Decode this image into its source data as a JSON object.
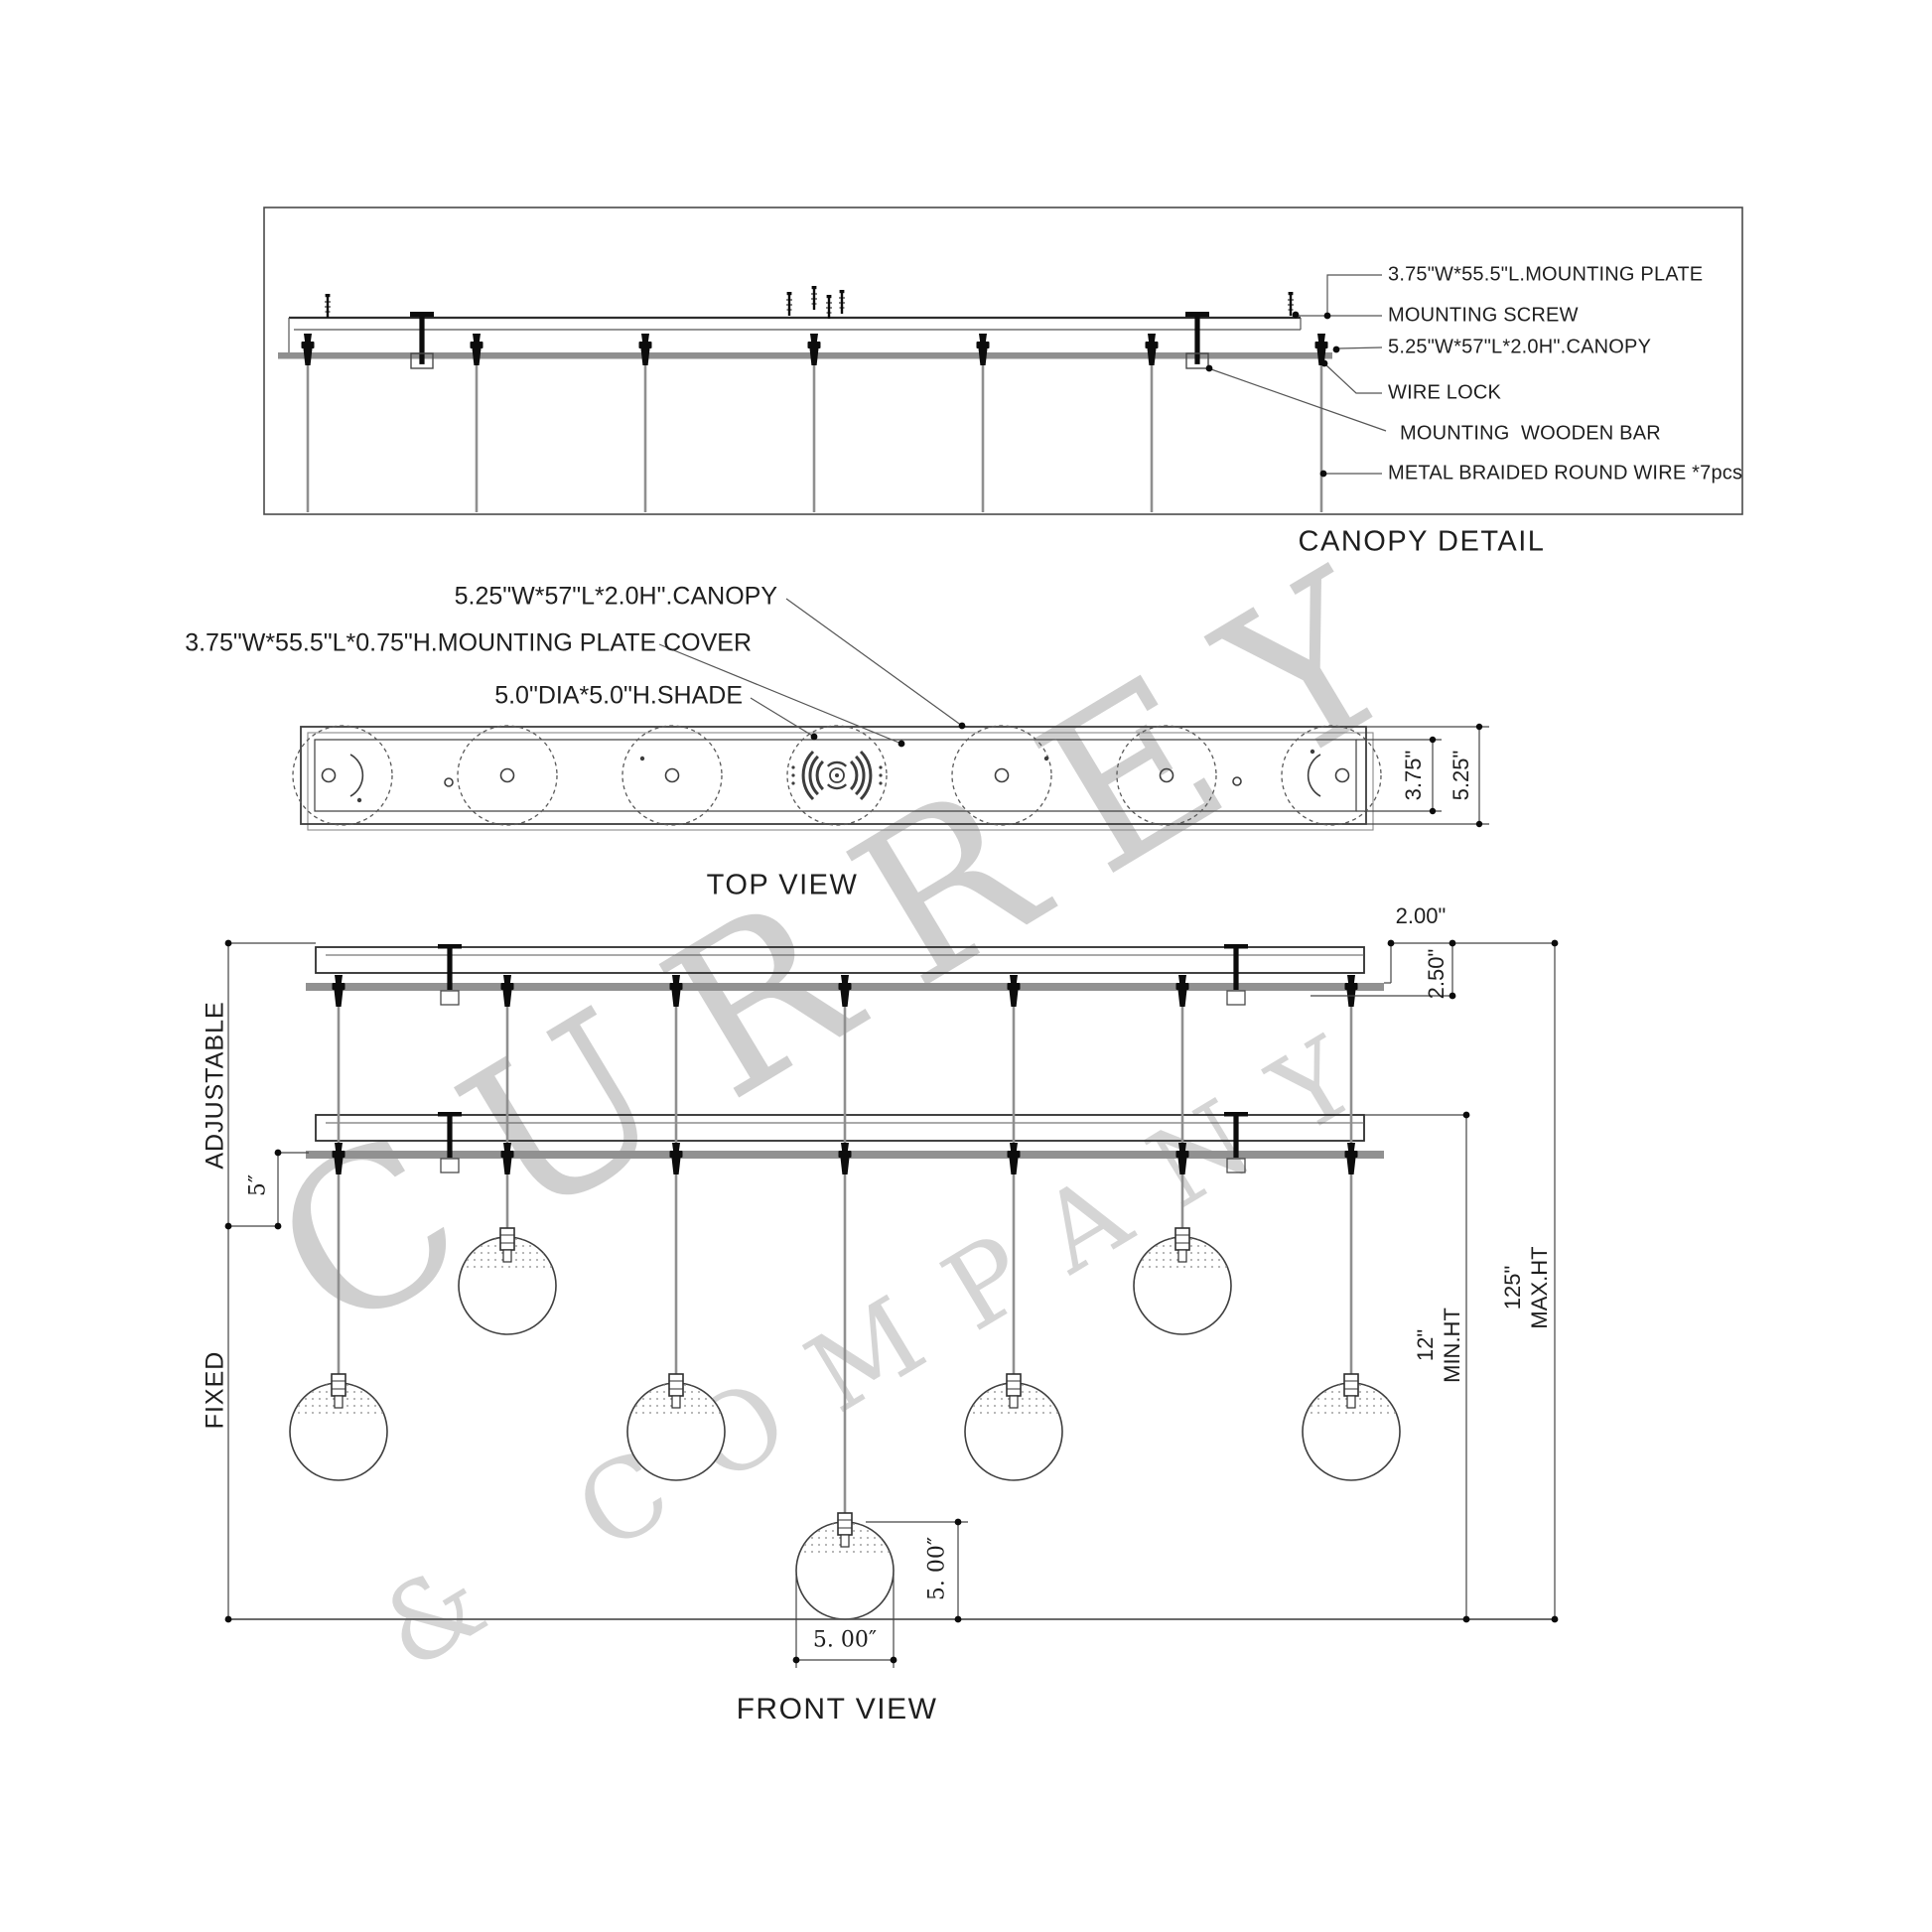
{
  "canopy_detail": {
    "title": "CANOPY DETAIL",
    "callouts": {
      "mounting_plate": "3.75\"W*55.5\"L.MOUNTING PLATE",
      "mounting_screw": "MOUNTING SCREW",
      "canopy": "5.25\"W*57\"L*2.0H\".CANOPY",
      "wire_lock": "WIRE LOCK",
      "wooden_bar": "MOUNTING  WOODEN BAR",
      "metal_wire": "METAL BRAIDED ROUND WIRE *7pcs"
    }
  },
  "top_view": {
    "title": "TOP VIEW",
    "callouts": {
      "canopy": "5.25\"W*57\"L*2.0H\".CANOPY",
      "plate_cover": "3.75\"W*55.5\"L*0.75\"H.MOUNTING PLATE COVER",
      "shade": "5.0\"DIA*5.0\"H.SHADE"
    },
    "dims": {
      "plate_width": "3.75\"",
      "canopy_width": "5.25\""
    }
  },
  "front_view": {
    "title": "FRONT VIEW",
    "dims": {
      "plate_offset": "2.00\"",
      "canopy_drop": "2.50\"",
      "adjustable": "ADJUSTABLE",
      "fixed": "FIXED",
      "wire_five": "5″",
      "min_ht_value": "12\"",
      "min_ht_label": "MIN.HT",
      "max_ht_value": "125\"",
      "max_ht_label": "MAX.HT",
      "shade_dia": "5. 00″",
      "shade_h": "5. 00″"
    }
  },
  "watermark": {
    "line1": "CURREY",
    "line2": "& COMPANY"
  }
}
